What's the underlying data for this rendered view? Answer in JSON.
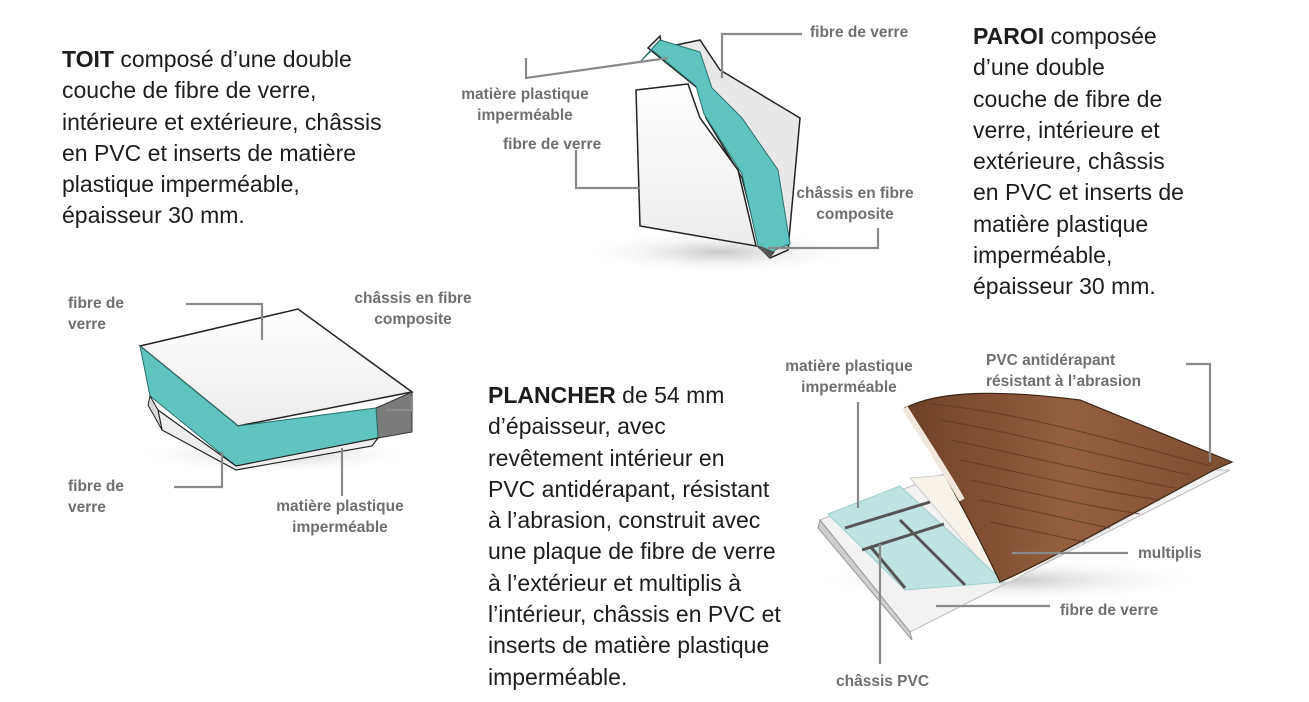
{
  "descriptions": {
    "toit": {
      "title": "TOIT",
      "lines": [
        " composé d’une double",
        "couche de fibre de verre,",
        "intérieure et extérieure, châssis",
        "en PVC et inserts de matière",
        "plastique imperméable,",
        "épaisseur 30 mm."
      ]
    },
    "paroi": {
      "title": "PAROI",
      "lines": [
        " composée",
        "d’une double",
        "couche de fibre de",
        "verre, intérieure et",
        "extérieure, châssis",
        "en PVC et inserts de",
        "matière plastique",
        "imperméable,",
        "épaisseur 30 mm."
      ]
    },
    "plancher": {
      "title": "PLANCHER",
      "lines": [
        " de 54 mm",
        "d’épaisseur, avec",
        "revêtement intérieur en",
        "PVC antidérapant, résistant",
        "à l’abrasion, construit avec",
        "une plaque de fibre de verre",
        "à l’extérieur  et multiplis à",
        "l’intérieur, châssis en PVC et",
        "inserts de matière plastique",
        "imperméable."
      ]
    }
  },
  "labels": {
    "paroi_fibre_top": "fibre de verre",
    "paroi_matiere_1": "matière plastique",
    "paroi_matiere_2": "imperméable",
    "paroi_fibre_left": "fibre de verre",
    "paroi_chassis_1": "châssis en fibre",
    "paroi_chassis_2": "composite",
    "toit_fibre_top_1": "fibre de",
    "toit_fibre_top_2": "verre",
    "toit_chassis_1": "châssis en fibre",
    "toit_chassis_2": "composite",
    "toit_fibre_bottom_1": "fibre de",
    "toit_fibre_bottom_2": "verre",
    "toit_matiere_1": "matière plastique",
    "toit_matiere_2": "imperméable",
    "plancher_matiere_1": "matière plastique",
    "plancher_matiere_2": "imperméable",
    "plancher_pvc_1": "PVC antidérapant",
    "plancher_pvc_2": "résistant à l’abrasion",
    "plancher_multiplis": "multiplis",
    "plancher_fibre": "fibre de verre",
    "plancher_chassis": "châssis PVC"
  },
  "colors": {
    "insulation": "#5fc4bf",
    "fiberglass": "#f2f2f2",
    "leader_lines": "#8a8a8a",
    "wood": "#8a5a3c",
    "text": "#1d1d1b",
    "label_text": "#6f6f6f"
  }
}
